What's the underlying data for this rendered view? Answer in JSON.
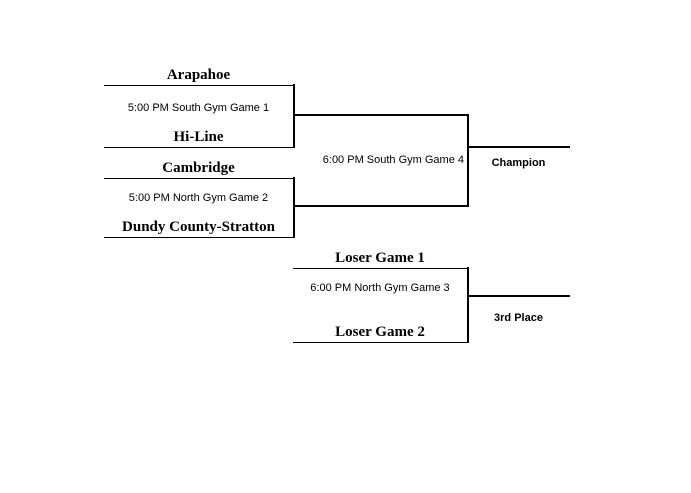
{
  "page": {
    "background_color": "#ffffff",
    "line_color": "#000000",
    "text_color": "#000000"
  },
  "bracket": {
    "semifinals": [
      {
        "team_top": "Arapahoe",
        "game_info": "5:00 PM South Gym Game 1",
        "team_bottom": "Hi-Line"
      },
      {
        "team_top": "Cambridge",
        "game_info": "5:00 PM North Gym Game 2",
        "team_bottom": "Dundy County-Stratton"
      }
    ],
    "final": {
      "game_info": "6:00 PM South Gym Game 4",
      "result_label": "Champion"
    },
    "consolation": {
      "team_top": "Loser Game 1",
      "game_info": "6:00 PM North Gym Game 3",
      "team_bottom": "Loser Game 2",
      "result_label": "3rd Place"
    }
  }
}
